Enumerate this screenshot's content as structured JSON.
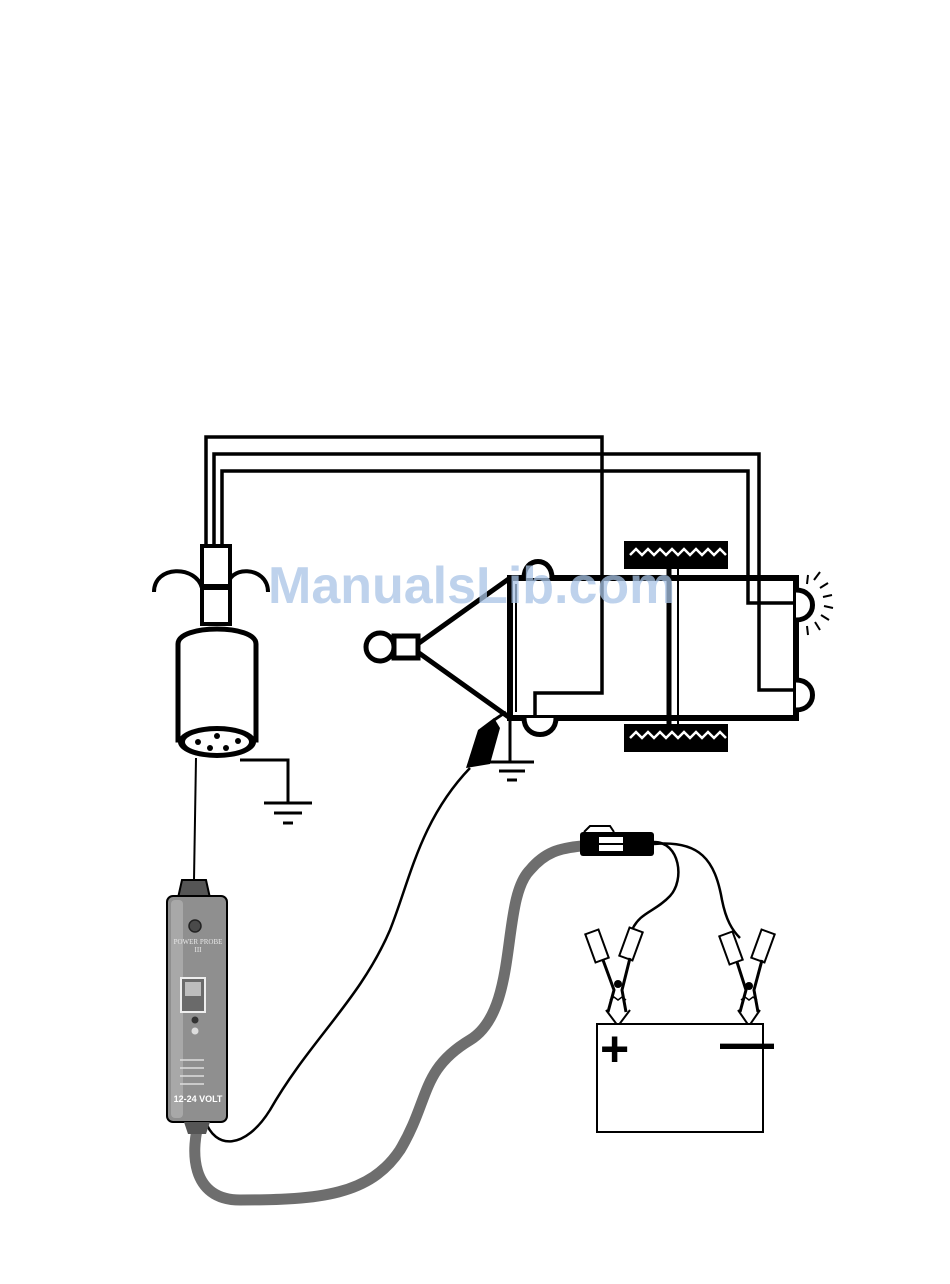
{
  "watermark": "ManualsLib.com",
  "probe": {
    "voltage_label": "12-24 VOLT",
    "brand_label": "POWER PROBE",
    "model_label": "III"
  },
  "battery": {
    "positive_symbol": "+",
    "negative_symbol": "—"
  },
  "colors": {
    "wire": "#000000",
    "cable_gray": "#6e6e6e",
    "probe_body": "#8f8f8f",
    "watermark": "#a9c4e6"
  }
}
